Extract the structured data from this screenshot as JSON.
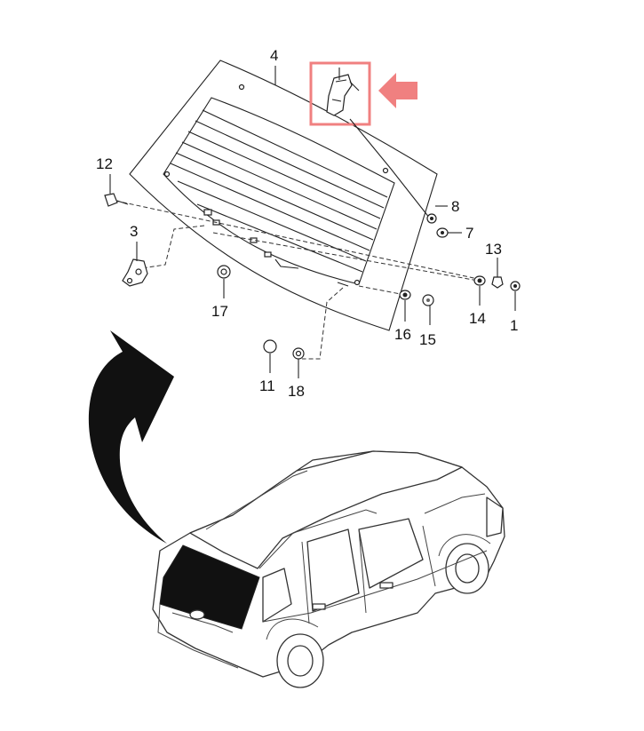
{
  "colors": {
    "highlight": "#f08080",
    "arrow_fill": "#f08080",
    "ink": "#111111",
    "window_black": "#111111"
  },
  "callouts": [
    {
      "id": "4",
      "text": "4"
    },
    {
      "id": "12",
      "text": "12"
    },
    {
      "id": "3",
      "text": "3"
    },
    {
      "id": "8",
      "text": "8"
    },
    {
      "id": "7",
      "text": "7"
    },
    {
      "id": "13",
      "text": "13"
    },
    {
      "id": "14",
      "text": "14"
    },
    {
      "id": "1",
      "text": "1"
    },
    {
      "id": "16",
      "text": "16"
    },
    {
      "id": "15",
      "text": "15"
    },
    {
      "id": "17",
      "text": "17"
    },
    {
      "id": "11",
      "text": "11"
    },
    {
      "id": "18",
      "text": "18"
    }
  ],
  "icons": {
    "highlight_arrow": "pink-arrow-left-icon",
    "flow_arrow": "black-curved-arrow-up-icon"
  }
}
